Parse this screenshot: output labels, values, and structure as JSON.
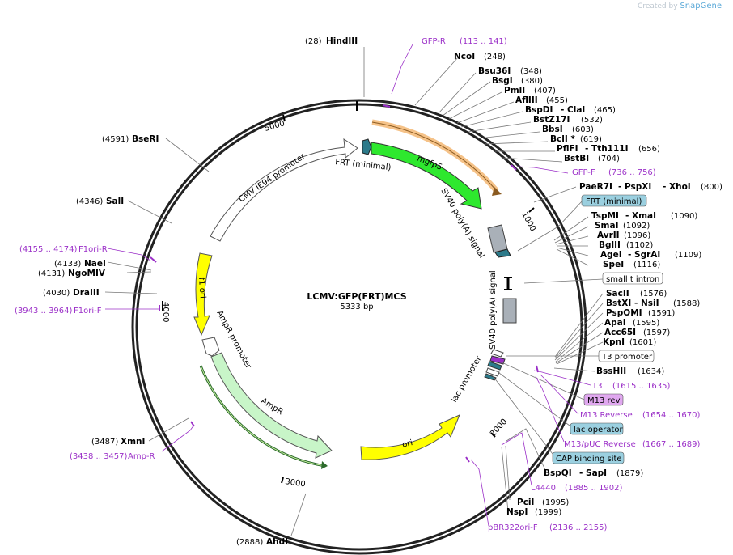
{
  "brand": {
    "prefix": "Created by",
    "name": "SnapGene"
  },
  "plasmid": {
    "name": "LCMV:GFP(FRT)MCS",
    "length_label": "5333 bp"
  },
  "ticks": [
    "1000",
    "2000",
    "3000",
    "4000",
    "5000"
  ],
  "features": {
    "mgfp5": "mgfp5",
    "frt_min": "FRT (minimal)",
    "cmv": "CMV IE94 promoter",
    "sv40a": "SV40 poly(A) signal",
    "sv40b": "SV40 poly(A) signal",
    "f1ori": "f1 ori",
    "ampr_prom": "AmpR promoter",
    "ampr": "AmpR",
    "ori": "ori",
    "lac": "lac promoter"
  },
  "labels": [
    {
      "k": "hindiii",
      "pos": "(28)",
      "name": "HindIII"
    },
    {
      "k": "gfpr",
      "name": "GFP-R",
      "range": "(113 .. 141)"
    },
    {
      "k": "ncoi",
      "name": "NcoI",
      "pos": "(248)"
    },
    {
      "k": "bsu36i",
      "name": "Bsu36I",
      "pos": "(348)"
    },
    {
      "k": "bsgi",
      "name": "BsgI",
      "pos": "(380)"
    },
    {
      "k": "pmli",
      "name": "PmlI",
      "pos": "(407)"
    },
    {
      "k": "aflIII",
      "name": "AflIII",
      "pos": "(455)"
    },
    {
      "k": "bspdi",
      "name": "BspDI",
      "name2": "- ClaI",
      "pos": "(465)"
    },
    {
      "k": "bstz17i",
      "name": "BstZ17I",
      "pos": "(532)"
    },
    {
      "k": "bbsi",
      "name": "BbsI",
      "pos": "(603)"
    },
    {
      "k": "bcli",
      "name": "BclI *",
      "pos": "(619)"
    },
    {
      "k": "pflfi",
      "name": "PflFI",
      "name2": "- Tth111I",
      "pos": "(656)"
    },
    {
      "k": "bstbi",
      "name": "BstBI",
      "pos": "(704)"
    },
    {
      "k": "gfpf",
      "name": "GFP-F",
      "range": "(736 .. 756)"
    },
    {
      "k": "paer7i",
      "name": "PaeR7I",
      "name2": "- PspXI",
      "name3": "- XhoI",
      "pos": "(800)"
    },
    {
      "k": "frtbox",
      "box": "FRT (minimal)"
    },
    {
      "k": "tspmi",
      "name": "TspMI",
      "name2": "- XmaI",
      "pos": "(1090)"
    },
    {
      "k": "smai",
      "name": "SmaI",
      "pos": "(1092)"
    },
    {
      "k": "avrii",
      "name": "AvrII",
      "pos": "(1096)"
    },
    {
      "k": "bglii",
      "name": "BglII",
      "pos": "(1102)"
    },
    {
      "k": "agei",
      "name": "AgeI",
      "name2": "- SgrAI",
      "pos": "(1109)"
    },
    {
      "k": "spei",
      "name": "SpeI",
      "pos": "(1116)"
    },
    {
      "k": "smallt",
      "box": "small t intron"
    },
    {
      "k": "sacii",
      "name": "SacII",
      "pos": "(1576)"
    },
    {
      "k": "bstxi",
      "name": "BstXI",
      "name2": "- NsiI",
      "pos": "(1588)"
    },
    {
      "k": "pspomi",
      "name": "PspOMI",
      "pos": "(1591)"
    },
    {
      "k": "apai",
      "name": "ApaI",
      "pos": "(1595)"
    },
    {
      "k": "acc65i",
      "name": "Acc65I",
      "pos": "(1597)"
    },
    {
      "k": "kpni",
      "name": "KpnI",
      "pos": "(1601)"
    },
    {
      "k": "t3prom",
      "box": "T3 promoter"
    },
    {
      "k": "bsshii",
      "name": "BssHII",
      "pos": "(1634)"
    },
    {
      "k": "t3",
      "name": "T3",
      "range": "(1615 .. 1635)"
    },
    {
      "k": "m13rev",
      "box": "M13 rev"
    },
    {
      "k": "m13reverse",
      "name": "M13 Reverse",
      "range": "(1654 .. 1670)"
    },
    {
      "k": "lacop",
      "box": "lac operator"
    },
    {
      "k": "m13puc",
      "name": "M13/pUC Reverse",
      "range": "(1667 .. 1689)"
    },
    {
      "k": "cap",
      "box": "CAP binding site"
    },
    {
      "k": "bspqi",
      "name": "BspQI",
      "name2": "- SapI",
      "pos": "(1879)"
    },
    {
      "k": "l4440",
      "name": "L4440",
      "range": "(1885 .. 1902)"
    },
    {
      "k": "pcii",
      "name": "PciI",
      "pos": "(1995)"
    },
    {
      "k": "nspi",
      "name": "NspI",
      "pos": "(1999)"
    },
    {
      "k": "pbr322",
      "name": "pBR322ori-F",
      "range": "(2136 .. 2155)"
    },
    {
      "k": "ahdi",
      "pos": "(2888)",
      "name": "AhdI"
    },
    {
      "k": "xmni",
      "pos": "(3487)",
      "name": "XmnI"
    },
    {
      "k": "ampr_p",
      "range": "(3438 .. 3457)",
      "name": "Amp-R"
    },
    {
      "k": "f1orif",
      "range": "(3943 .. 3964)",
      "name": "F1ori-F"
    },
    {
      "k": "draiii",
      "pos": "(4030)",
      "name": "DraIII"
    },
    {
      "k": "ngomiv",
      "pos": "(4131)",
      "name": "NgoMIV"
    },
    {
      "k": "naei",
      "pos": "(4133)",
      "name": "NaeI"
    },
    {
      "k": "f1orir",
      "range": "(4155 .. 4174)",
      "name": "F1ori-R"
    },
    {
      "k": "sali",
      "pos": "(4346)",
      "name": "SalI"
    },
    {
      "k": "bseri",
      "pos": "(4591)",
      "name": "BseRI"
    }
  ],
  "colors": {
    "gfp": "#2ee82e",
    "yellow": "#ffff00",
    "ampr": "#c8f5c8",
    "frt": "#2c7a8a",
    "grey": "#a9b0b8",
    "primer": "#9b30c8",
    "box_blue": "#9bd0e0",
    "box_pink": "#e0a8ef"
  }
}
